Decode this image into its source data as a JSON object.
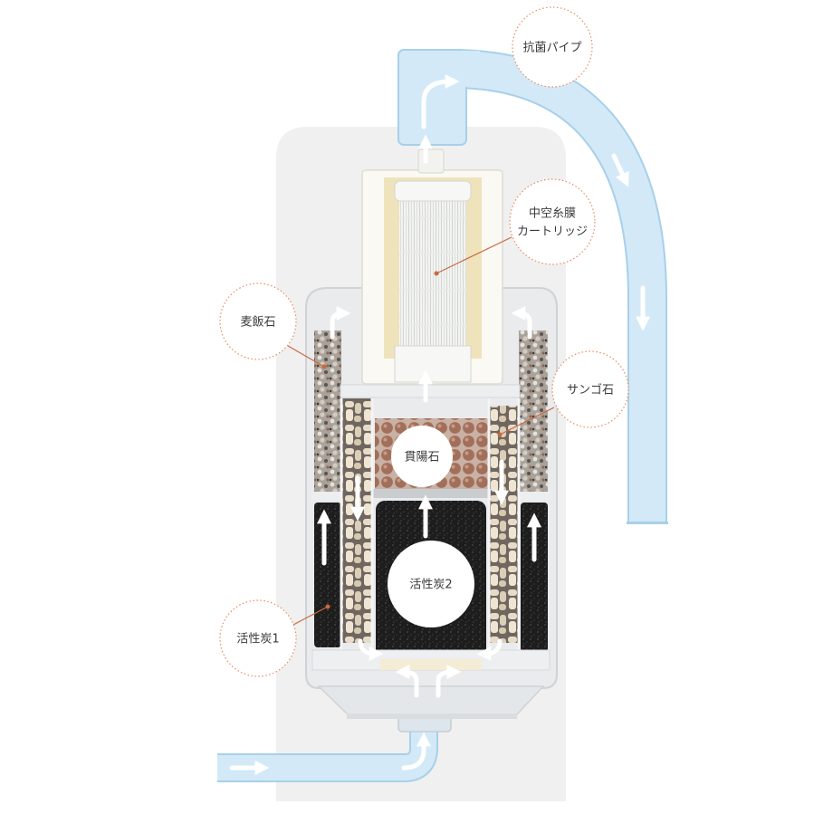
{
  "labels": {
    "antibacterial_pipe": "抗菌パイプ",
    "hollow_fiber_line1": "中空糸膜",
    "hollow_fiber_line2": "カートリッジ",
    "bakuhanseki": "麦飯石",
    "coral_stone": "サンゴ石",
    "kanyoseki": "貫陽石",
    "activated_carbon_2": "活性炭2",
    "activated_carbon_1": "活性炭1"
  },
  "colors": {
    "pipe_fill": "#d3e9f7",
    "pipe_outline": "#a7d0ea",
    "housing": "#f0f0f0",
    "label_outline": "#e98a5e",
    "cartridge_beige": "#efe3bb",
    "carbon": "#1d1d1d"
  }
}
